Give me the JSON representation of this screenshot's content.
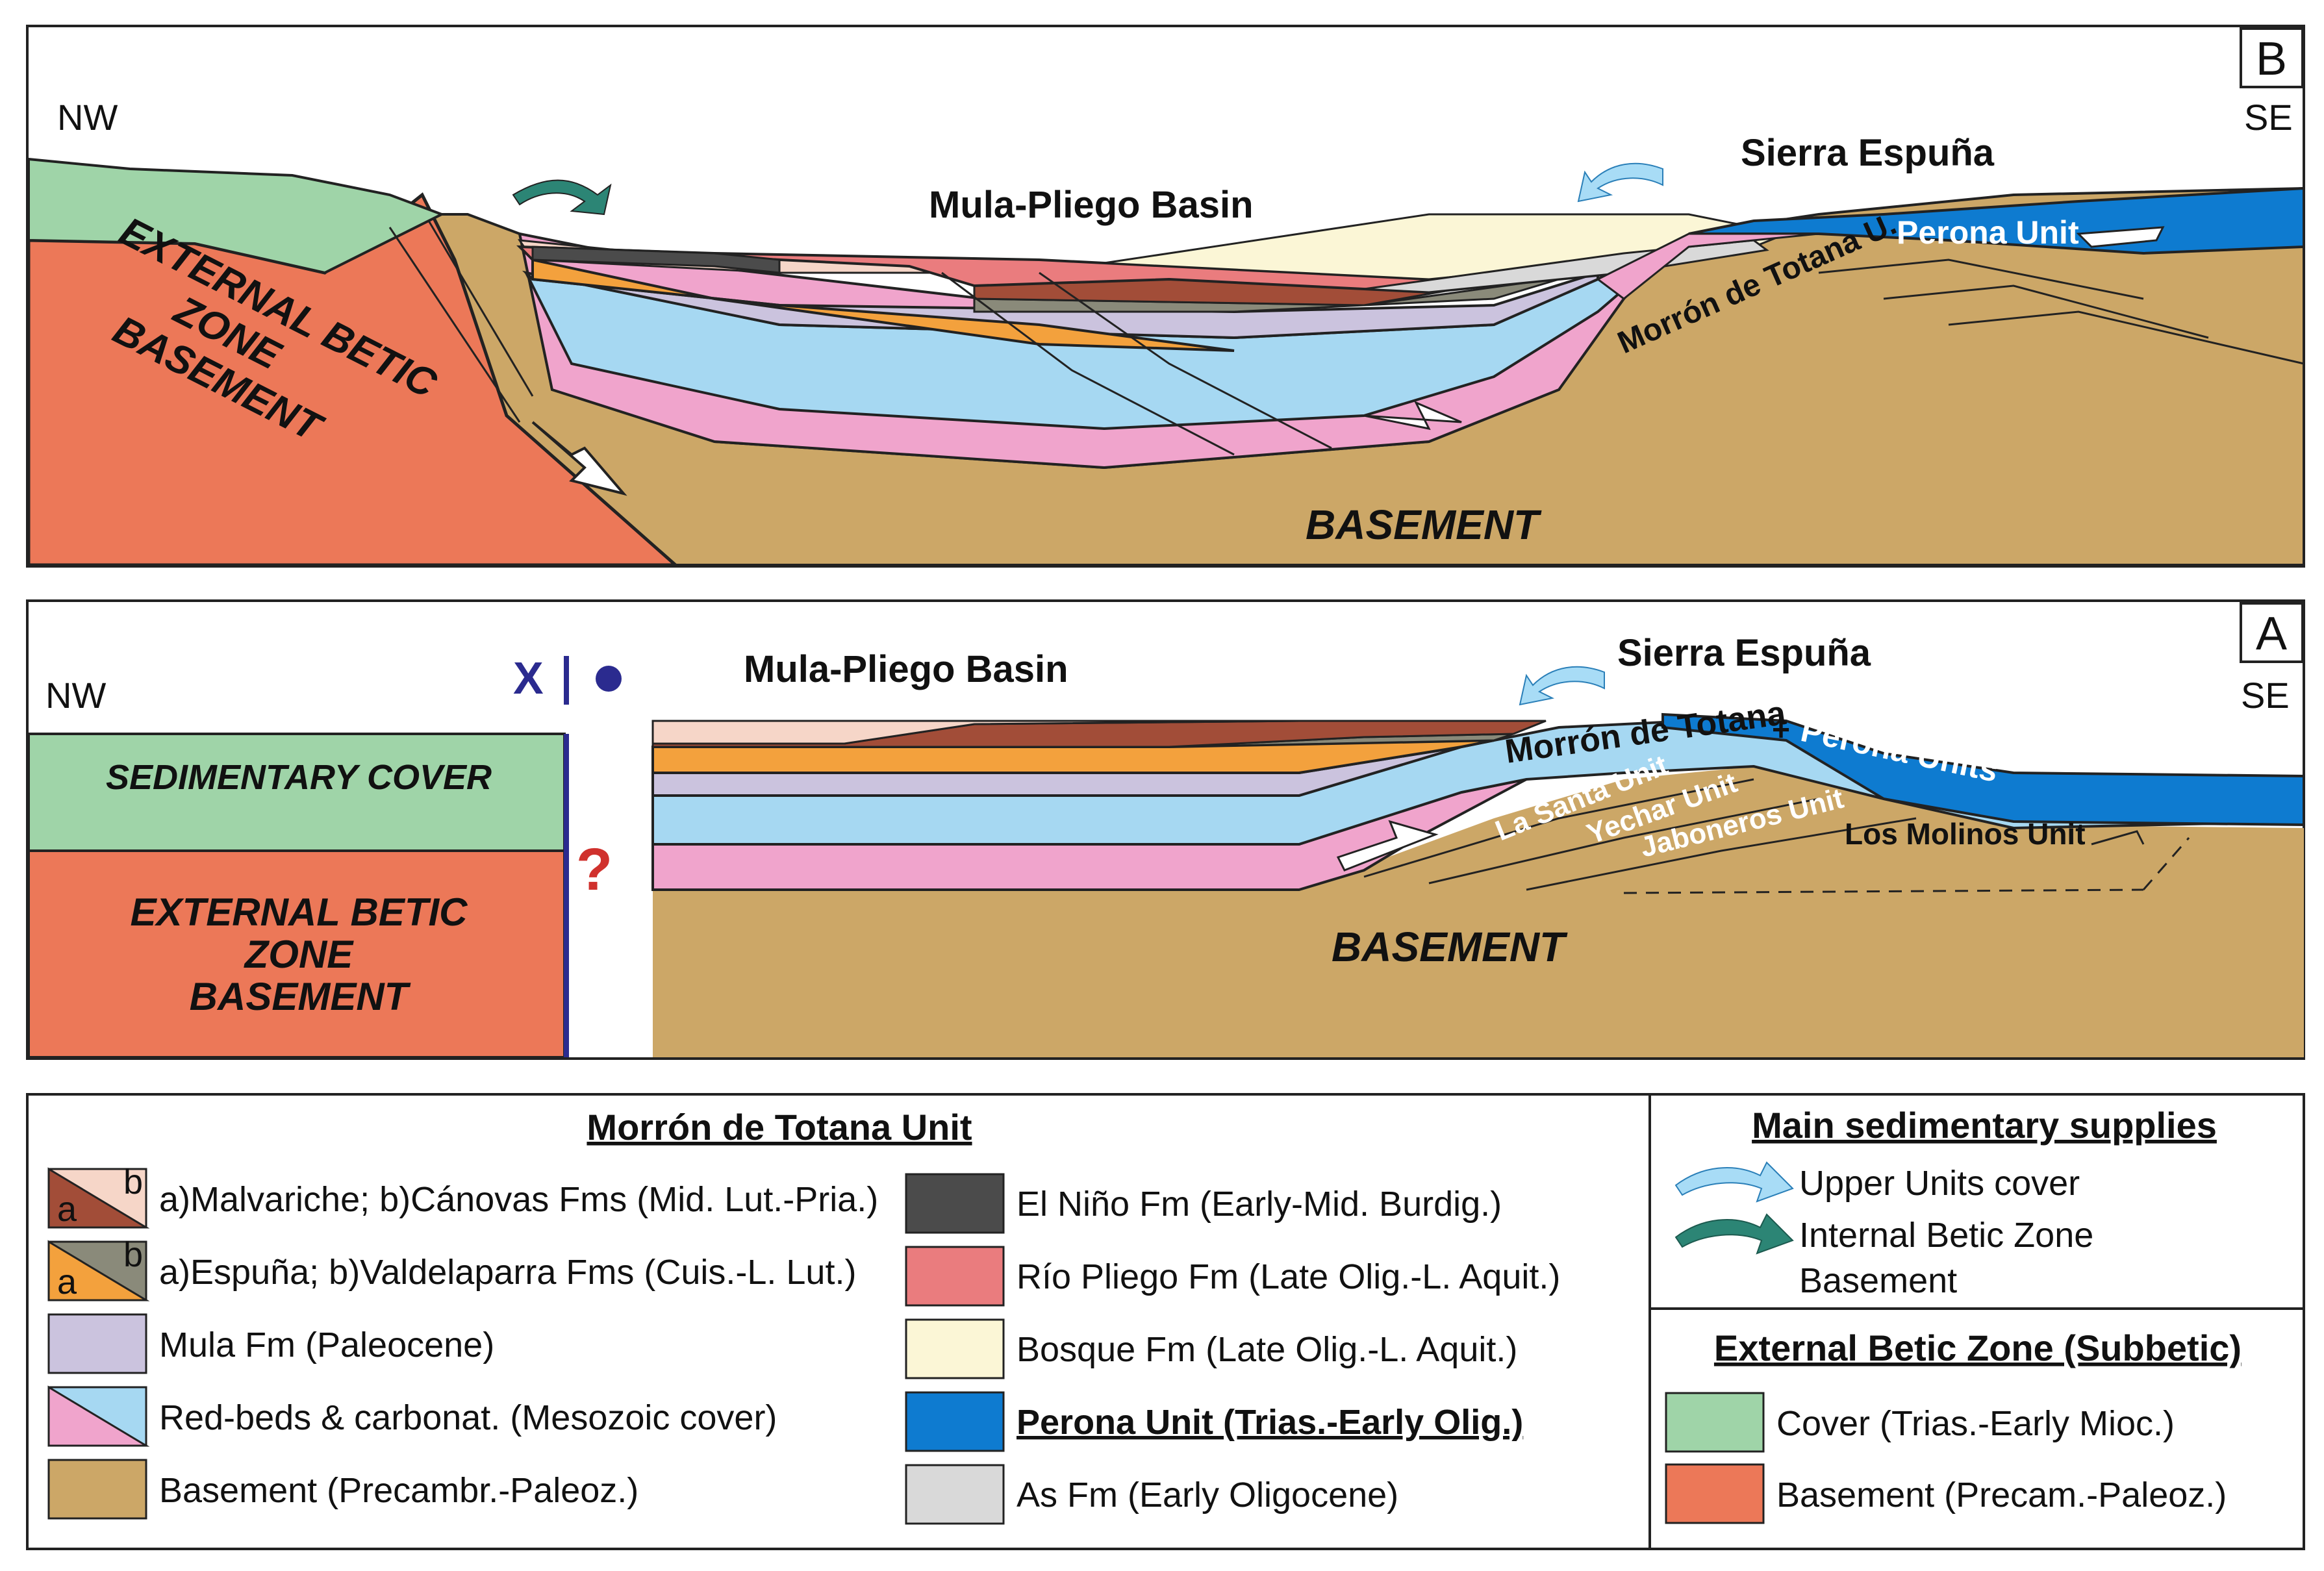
{
  "colors": {
    "basement": "#cca767",
    "external_basement": "#ec7858",
    "cover": "#9fd4a8",
    "red_beds": "#f0a4cc",
    "carbonates": "#a6d8f2",
    "mula": "#cbc3de",
    "espuna": "#f3a13d",
    "valdelaparra": "#8a8a7a",
    "malvariche": "#a24d38",
    "canovas": "#f6d6c8",
    "el_nino": "#4b4b4b",
    "rio_pliego": "#ea7c7e",
    "bosque": "#fbf6d6",
    "perona": "#0e7bd0",
    "as_fm": "#d9d9d9",
    "upper_arrow": "#a8dcf6",
    "internal_arrow": "#2c8575",
    "axis_blue": "#2b2b8f",
    "question": "#d0312d"
  },
  "panel_b": {
    "label": "B",
    "nw": "NW",
    "se": "SE",
    "basin": "Mula-Pliego Basin",
    "sierra": "Sierra Espuña",
    "perona": "Perona Unit",
    "morron": "Morrón de Totana U.",
    "ext_line1": "EXTERNAL BETIC",
    "ext_line2": "ZONE",
    "ext_line3": "BASEMENT",
    "basement": "BASEMENT"
  },
  "panel_a": {
    "label": "A",
    "nw": "NW",
    "se": "SE",
    "x_mark": "X",
    "question": "?",
    "basin": "Mula-Pliego Basin",
    "sierra": "Sierra Espuña",
    "morron": "Morrón de Totana",
    "plus": "+",
    "perona": "Perona Units",
    "la_santa": "La Santa Unit",
    "yechar": "Yechar Unit",
    "jaboneros": "Jaboneros Unit",
    "los_molinos": "Los Molinos Unit",
    "sed_cover": "SEDIMENTARY COVER",
    "ext_line1": "EXTERNAL BETIC",
    "ext_line2": "ZONE",
    "ext_line3": "BASEMENT",
    "basement": "BASEMENT"
  },
  "legend": {
    "morron_title": "Morrón de Totana Unit",
    "a": "a",
    "b": "b",
    "item_malvariche": "a)Malvariche; b)Cánovas Fms (Mid. Lut.-Pria.)",
    "item_espuna": "a)Espuña; b)Valdelaparra Fms (Cuis.-L. Lut.)",
    "item_mula": "Mula Fm (Paleocene)",
    "item_redbeds": "Red-beds & carbonat. (Mesozoic cover)",
    "item_basement": "Basement (Precambr.-Paleoz.)",
    "item_elnino": "El Niño Fm (Early-Mid. Burdig.)",
    "item_riopliego": "Río Pliego Fm (Late Olig.-L. Aquit.)",
    "item_bosque": "Bosque Fm (Late Olig.-L. Aquit.)",
    "item_perona": "Perona Unit (Trias.-Early Olig.)",
    "item_asfm": "As Fm (Early Oligocene)",
    "supplies_title": "Main sedimentary supplies",
    "supply_upper": "Upper Units cover",
    "supply_internal_1": "Internal Betic Zone",
    "supply_internal_2": "Basement",
    "ext_title": "External Betic Zone (Subbetic)",
    "item_cover": "Cover (Trias.-Early Mioc.)",
    "item_ext_basement": "Basement (Precam.-Paleoz.)"
  }
}
